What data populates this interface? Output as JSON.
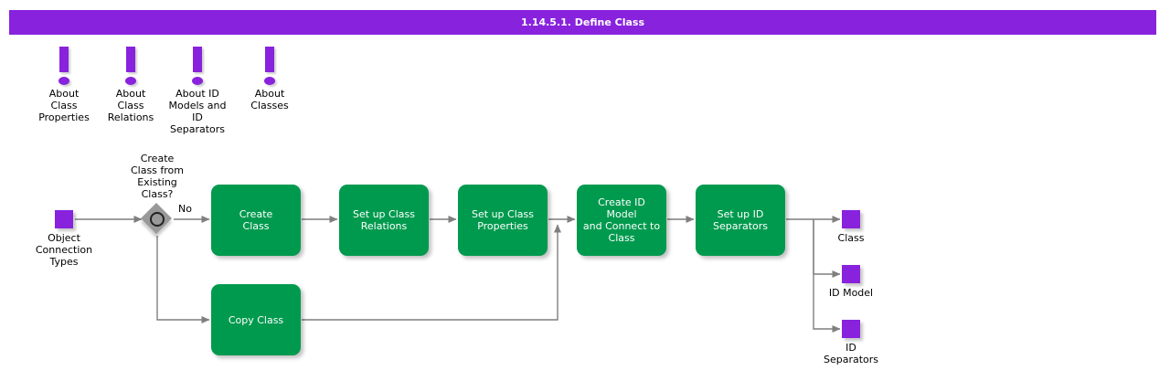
{
  "header": {
    "title": "1.14.5.1. Define Class",
    "bg_color": "#8822dd",
    "text_color": "#ffffff"
  },
  "colors": {
    "purple": "#8822dd",
    "green": "#009a4e",
    "gray": "#999999",
    "edge": "#7f7f7f",
    "text": "#000000"
  },
  "notes": [
    {
      "icon": "exclamation-icon",
      "label": "About\nClass\nProperties"
    },
    {
      "icon": "exclamation-icon",
      "label": "About\nClass\nRelations"
    },
    {
      "icon": "exclamation-icon",
      "label": "About ID\nModels and\nID\nSeparators"
    },
    {
      "icon": "exclamation-icon",
      "label": "About\nClasses"
    }
  ],
  "inputs": [
    {
      "label": "Object\nConnection\nTypes"
    }
  ],
  "decision": {
    "label": "Create\nClass from\nExisting\nClass?",
    "branch_no_label": "No"
  },
  "processes": [
    {
      "label": "Create\nClass"
    },
    {
      "label": "Set up Class\nRelations"
    },
    {
      "label": "Set up Class\nProperties"
    },
    {
      "label": "Create ID Model\nand Connect to\nClass"
    },
    {
      "label": "Set up ID\nSeparators"
    },
    {
      "label": "Copy Class"
    }
  ],
  "outputs": [
    {
      "label": "Class"
    },
    {
      "label": "ID Model"
    },
    {
      "label": "ID\nSeparators"
    }
  ]
}
